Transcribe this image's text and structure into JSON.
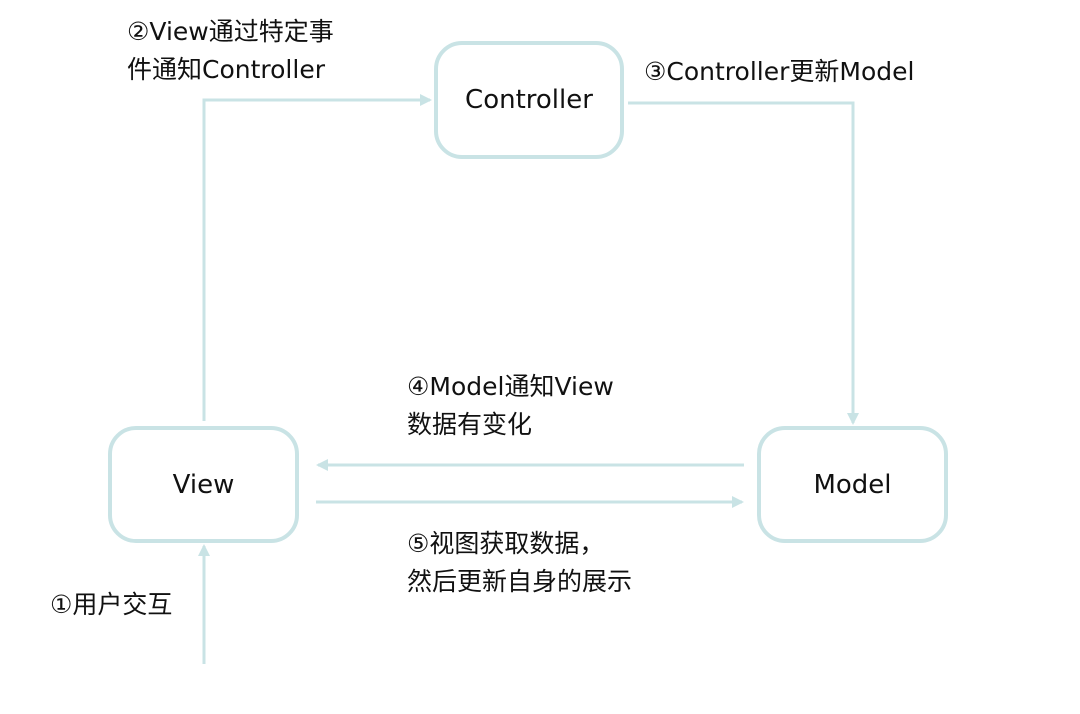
{
  "colors": {
    "node_border": "#c9e3e5",
    "arrow": "#c9e3e5",
    "text": "#111111"
  },
  "nodes": {
    "controller": "Controller",
    "view": "View",
    "model": "Model"
  },
  "edges": {
    "step1": {
      "from": "user",
      "to": "View",
      "lines": [
        "①用户交互"
      ]
    },
    "step2": {
      "from": "View",
      "to": "Controller",
      "lines": [
        "②View通过特定事",
        "件通知Controller"
      ]
    },
    "step3": {
      "from": "Controller",
      "to": "Model",
      "lines": [
        "③Controller更新Model"
      ]
    },
    "step4": {
      "from": "Model",
      "to": "View",
      "lines": [
        "④Model通知View",
        "数据有变化"
      ]
    },
    "step5": {
      "from": "View",
      "to": "Model",
      "lines": [
        "⑤视图获取数据，",
        "然后更新自身的展示"
      ]
    }
  }
}
